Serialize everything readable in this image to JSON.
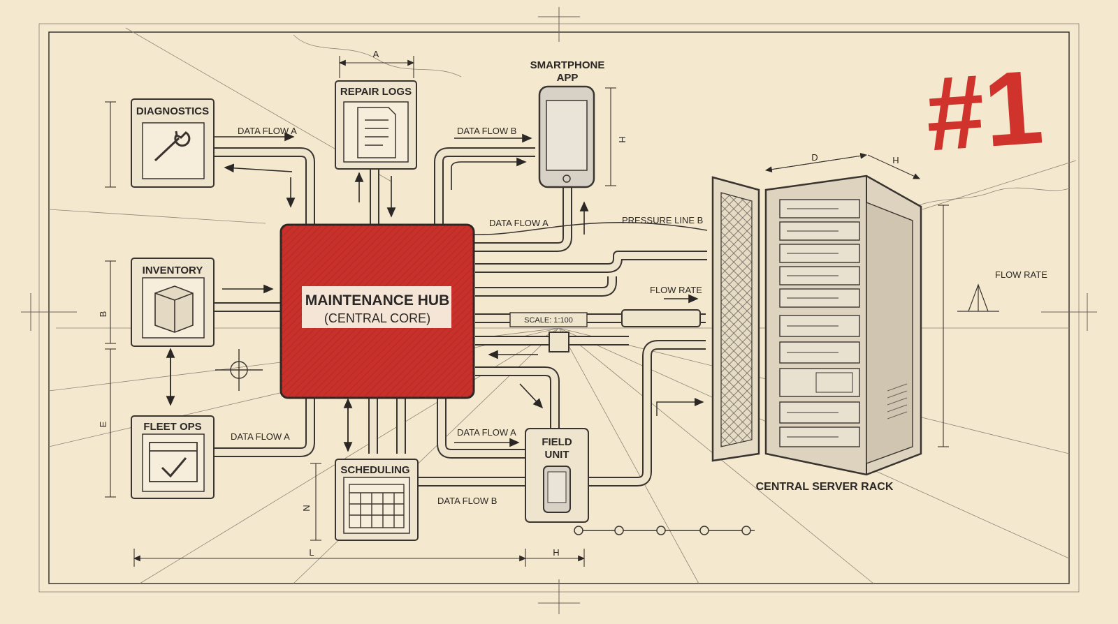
{
  "badge": "#1",
  "hub": {
    "title": "MAINTENANCE HUB",
    "subtitle": "(CENTRAL CORE)"
  },
  "modules": {
    "diagnostics": "DIAGNOSTICS",
    "repair_logs": "REPAIR LOGS",
    "smartphone_app": [
      "SMARTPHONE",
      "APP"
    ],
    "inventory": "INVENTORY",
    "fleet_ops": "FLEET OPS",
    "scheduling": "SCHEDULING",
    "field_unit": [
      "FIELD",
      "UNIT"
    ],
    "server_rack": "CENTRAL SERVER RACK"
  },
  "flows": {
    "flow_a": "DATA FLOW A",
    "flow_b": "DATA FLOW B",
    "pressure_line_b": "PRESSURE LINE B",
    "flow_rate": "FLOW RATE",
    "scale": "SCALE: 1:100"
  },
  "dimensions": {
    "a": "A",
    "b": "B",
    "d": "D",
    "e": "E",
    "h": "H",
    "l": "L",
    "n": "N"
  },
  "colors": {
    "paper": "#f4e8cf",
    "ink": "#3a3430",
    "hub_red": "#c8312b",
    "badge_red": "#d0332c"
  }
}
